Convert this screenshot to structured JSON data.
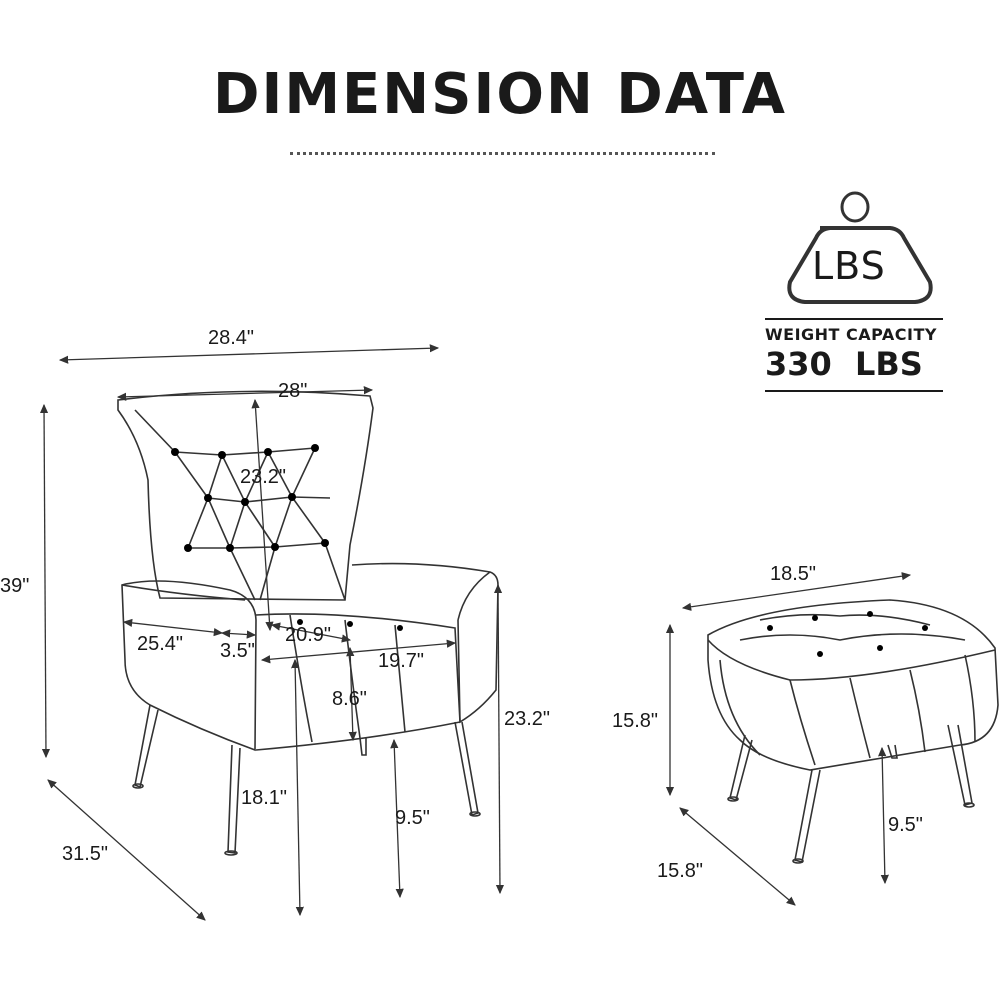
{
  "header": {
    "title": "DIMENSION DATA"
  },
  "weight_badge": {
    "icon": "weight-icon",
    "icon_text": "LBS",
    "label": "WEIGHT CAPACITY",
    "value": "330 LBS"
  },
  "chair": {
    "overall_width": "28.4\"",
    "back_width": "28\"",
    "back_height": "23.2\"",
    "overall_height": "39\"",
    "overall_depth": "31.5\"",
    "seat_depth": "25.4\"",
    "arm_width": "3.5\"",
    "seat_width_front": "20.9\"",
    "seat_width": "19.7\"",
    "seat_thickness": "8.6\"",
    "seat_height": "18.1\"",
    "leg_height": "9.5\"",
    "arm_height": "23.2\""
  },
  "ottoman": {
    "width": "18.5\"",
    "height": "15.8\"",
    "depth": "15.8\"",
    "leg_height": "9.5\""
  },
  "colors": {
    "line": "#333333",
    "text": "#1a1a1a"
  }
}
